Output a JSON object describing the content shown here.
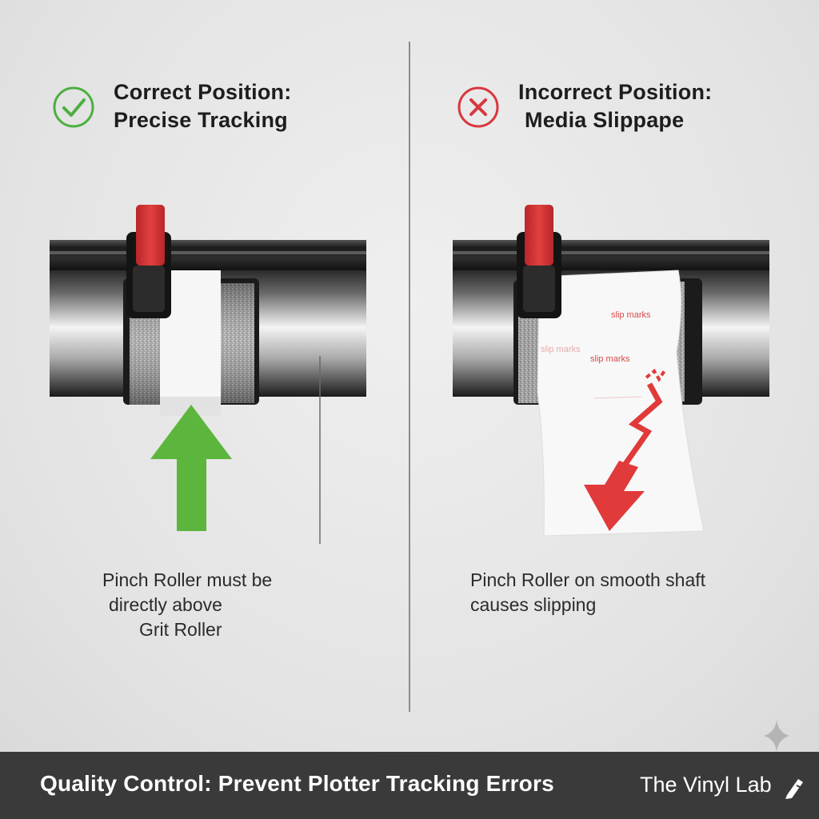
{
  "left_panel": {
    "heading_line1": "Correct Position:",
    "heading_line2": "Precise Tracking",
    "status_icon": "check-circle-icon",
    "status_color": "#4caf3e",
    "arrow_color": "#5cb53c",
    "caption_line1": "Pinch Roller must be",
    "caption_line2": "directly above",
    "caption_line3": "Grit Roller"
  },
  "right_panel": {
    "heading_line1": "Incorrect Position:",
    "heading_line2": "Media Slippape",
    "status_icon": "x-circle-icon",
    "status_color": "#d9363e",
    "arrow_color": "#e03a3a",
    "slip_label_1": "slip marks",
    "slip_label_2": "slip marks",
    "slip_label_3": "slip marks",
    "caption_line1": "Pinch Roller on smooth shaft",
    "caption_line2": "causes slipping"
  },
  "footer": {
    "title": "Quality Control: Prevent Plotter Tracking Errors",
    "brand": "The Vinyl Lab",
    "brand_icon": "pen-sparkle-icon"
  },
  "colors": {
    "pinch_roller_red": "#d63638",
    "footer_background": "#3a3a3a"
  }
}
